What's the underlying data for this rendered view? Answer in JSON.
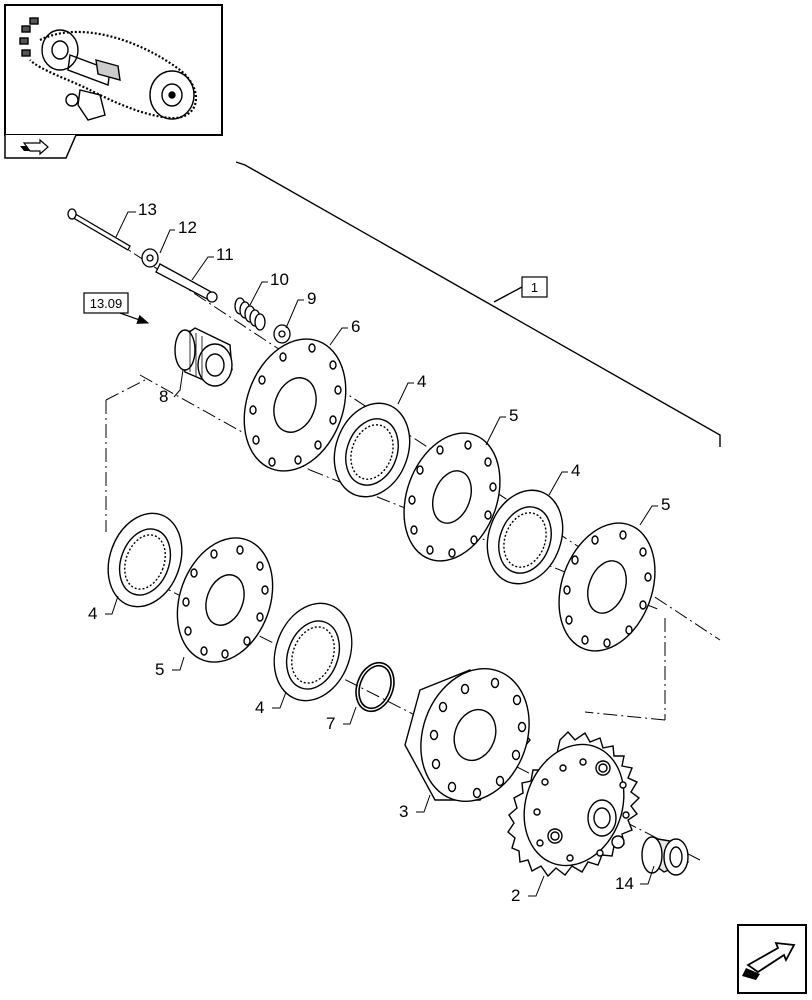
{
  "diagram": {
    "callouts": [
      "13",
      "12",
      "11",
      "10",
      "9",
      "8",
      "6",
      "4",
      "5",
      "4",
      "5",
      "4",
      "5",
      "4",
      "7",
      "3",
      "2",
      "14"
    ],
    "assembly_label": "1",
    "reference_label": "13.09"
  },
  "icons": {
    "thumbnail": "baler-chain-drive-thumbnail",
    "back_nav": "previous-page-arrow-icon",
    "forward_nav": "next-page-arrow-icon"
  }
}
